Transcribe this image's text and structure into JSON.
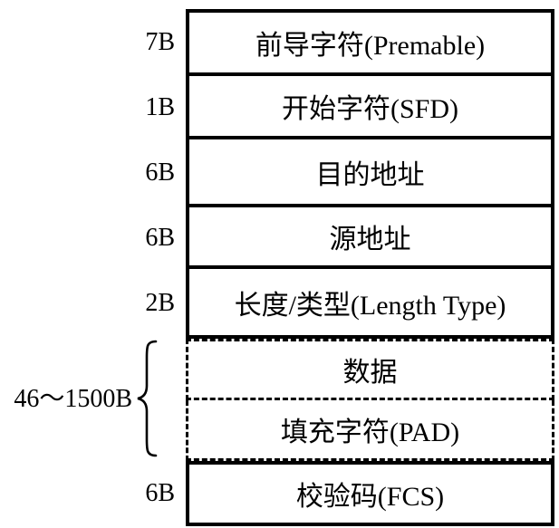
{
  "diagram": {
    "kind": "ethernet-frame-structure",
    "colors": {
      "ink": "#000000",
      "background": "#ffffff"
    },
    "brace_label": "46～1500B",
    "rows": [
      {
        "size": "7B",
        "label": "前导字符(Premable)",
        "border": "solid"
      },
      {
        "size": "1B",
        "label": "开始字符(SFD)",
        "border": "solid"
      },
      {
        "size": "6B",
        "label": "目的地址",
        "border": "solid"
      },
      {
        "size": "6B",
        "label": "源地址",
        "border": "solid"
      },
      {
        "size": "2B",
        "label": "长度/类型(Length Type)",
        "border": "solid"
      },
      {
        "size": "",
        "label": "数据",
        "border": "dashed"
      },
      {
        "size": "",
        "label": "填充字符(PAD)",
        "border": "dashed"
      },
      {
        "size": "6B",
        "label": "校验码(FCS)",
        "border": "solid"
      }
    ]
  }
}
